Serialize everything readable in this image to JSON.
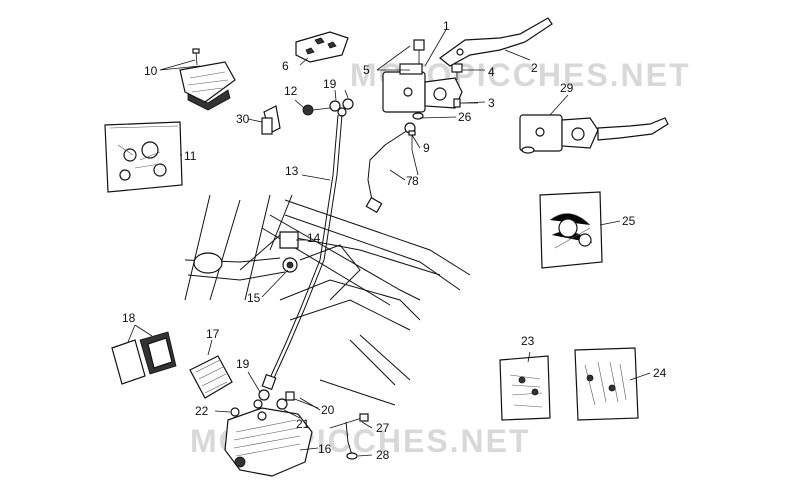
{
  "watermarks": [
    "MOTOPICCHES.NET",
    "MOTOPICCHES.NET"
  ],
  "callouts": [
    {
      "id": "c1",
      "text": "1"
    },
    {
      "id": "c2",
      "text": "2"
    },
    {
      "id": "c3",
      "text": "3"
    },
    {
      "id": "c4",
      "text": "4"
    },
    {
      "id": "c5",
      "text": "5"
    },
    {
      "id": "c6",
      "text": "6"
    },
    {
      "id": "c7",
      "text": "7"
    },
    {
      "id": "c8",
      "text": "8"
    },
    {
      "id": "c9",
      "text": "9"
    },
    {
      "id": "c10",
      "text": "10"
    },
    {
      "id": "c11",
      "text": "11"
    },
    {
      "id": "c12",
      "text": "12"
    },
    {
      "id": "c13",
      "text": "13"
    },
    {
      "id": "c14",
      "text": "14"
    },
    {
      "id": "c15",
      "text": "15"
    },
    {
      "id": "c16",
      "text": "16"
    },
    {
      "id": "c17",
      "text": "17"
    },
    {
      "id": "c18",
      "text": "18"
    },
    {
      "id": "c19a",
      "text": "19"
    },
    {
      "id": "c19b",
      "text": "19"
    },
    {
      "id": "c20",
      "text": "20"
    },
    {
      "id": "c21",
      "text": "21"
    },
    {
      "id": "c22",
      "text": "22"
    },
    {
      "id": "c23",
      "text": "23"
    },
    {
      "id": "c24",
      "text": "24"
    },
    {
      "id": "c25",
      "text": "25"
    },
    {
      "id": "c26",
      "text": "26"
    },
    {
      "id": "c27",
      "text": "27"
    },
    {
      "id": "c28",
      "text": "28"
    },
    {
      "id": "c29",
      "text": "29"
    },
    {
      "id": "c30",
      "text": "30"
    }
  ]
}
